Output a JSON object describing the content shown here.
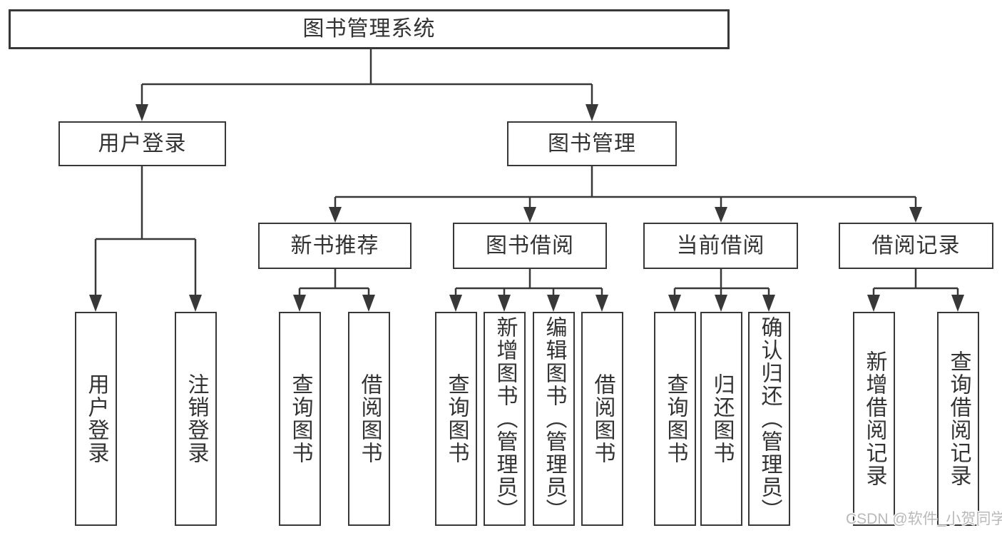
{
  "tree": {
    "root": {
      "label": "图书管理系统"
    },
    "branches": [
      {
        "label": "用户登录",
        "children": [
          {
            "label": "用户登录"
          },
          {
            "label": "注销登录"
          }
        ]
      },
      {
        "label": "图书管理",
        "children": [
          {
            "label": "新书推荐",
            "children": [
              {
                "label": "查询图书"
              },
              {
                "label": "借阅图书"
              }
            ]
          },
          {
            "label": "图书借阅",
            "children": [
              {
                "label": "查询图书"
              },
              {
                "label": "新增图书（管理员）"
              },
              {
                "label": "编辑图书（管理员）"
              },
              {
                "label": "借阅图书"
              }
            ]
          },
          {
            "label": "当前借阅",
            "children": [
              {
                "label": "查询图书"
              },
              {
                "label": "归还图书"
              },
              {
                "label": "确认归还（管理员）"
              }
            ]
          },
          {
            "label": "借阅记录",
            "children": [
              {
                "label": "新增借阅记录"
              },
              {
                "label": "查询借阅记录"
              }
            ]
          }
        ]
      }
    ]
  },
  "watermark": {
    "text": "CSDN @软件_小贺同学"
  },
  "colors": {
    "line": "#383838",
    "text": "#333333",
    "box-bg": "#ffffff",
    "page-bg": "#ffffff",
    "watermark": "#b9b9b9"
  }
}
